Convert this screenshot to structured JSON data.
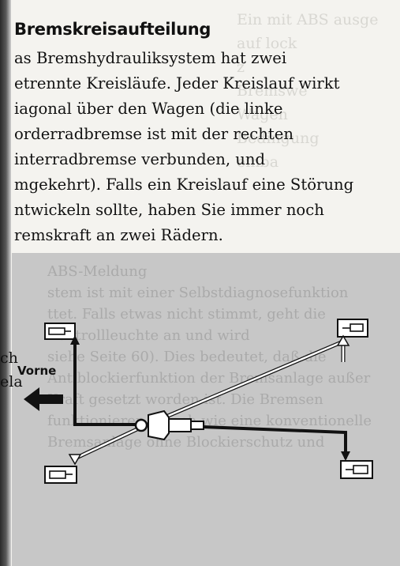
{
  "section": {
    "title": "Bremskreisaufteilung",
    "lines": [
      "as Bremshydrauliksystem hat zwei",
      "etrennte Kreisläufe. Jeder Kreislauf wirkt",
      "iagonal über den Wagen (die linke",
      "orderradbremse ist mit der rechten",
      "interradbremse verbunden, und",
      "mgekehrt). Falls ein Kreislauf eine Störung",
      "ntwickeln sollte, haben Sie immer noch",
      "remskraft an zwei Rädern."
    ]
  },
  "bleed_right": {
    "lines": [
      "Ein mit ABS ausge",
      "auf lock",
      "z",
      "Bremswe",
      "Wagen",
      "Bedingung",
      "",
      "einba"
    ]
  },
  "bleed_panel": {
    "lines": [
      "ABS-Meldung",
      "",
      "",
      "",
      "stem ist mit einer Selbstdiagnosefunktion",
      "ttet. Falls etwas nicht stimmt, geht die",
      "Kontrollleuchte an und wird",
      "siehe Seite 60). Dies bedeutet, daß die",
      "Antiblockierfunktion der Bremsanlage außer",
      "Kraft gesetzt worden ist. Die Bremsen",
      "funktionieren jedoch wie eine konventionelle",
      "Bremsanlage ohne Blockierschutz und"
    ]
  },
  "left_snip": {
    "line1": "ch",
    "line2": "ela"
  },
  "diagram": {
    "direction_label": "Vorne"
  }
}
